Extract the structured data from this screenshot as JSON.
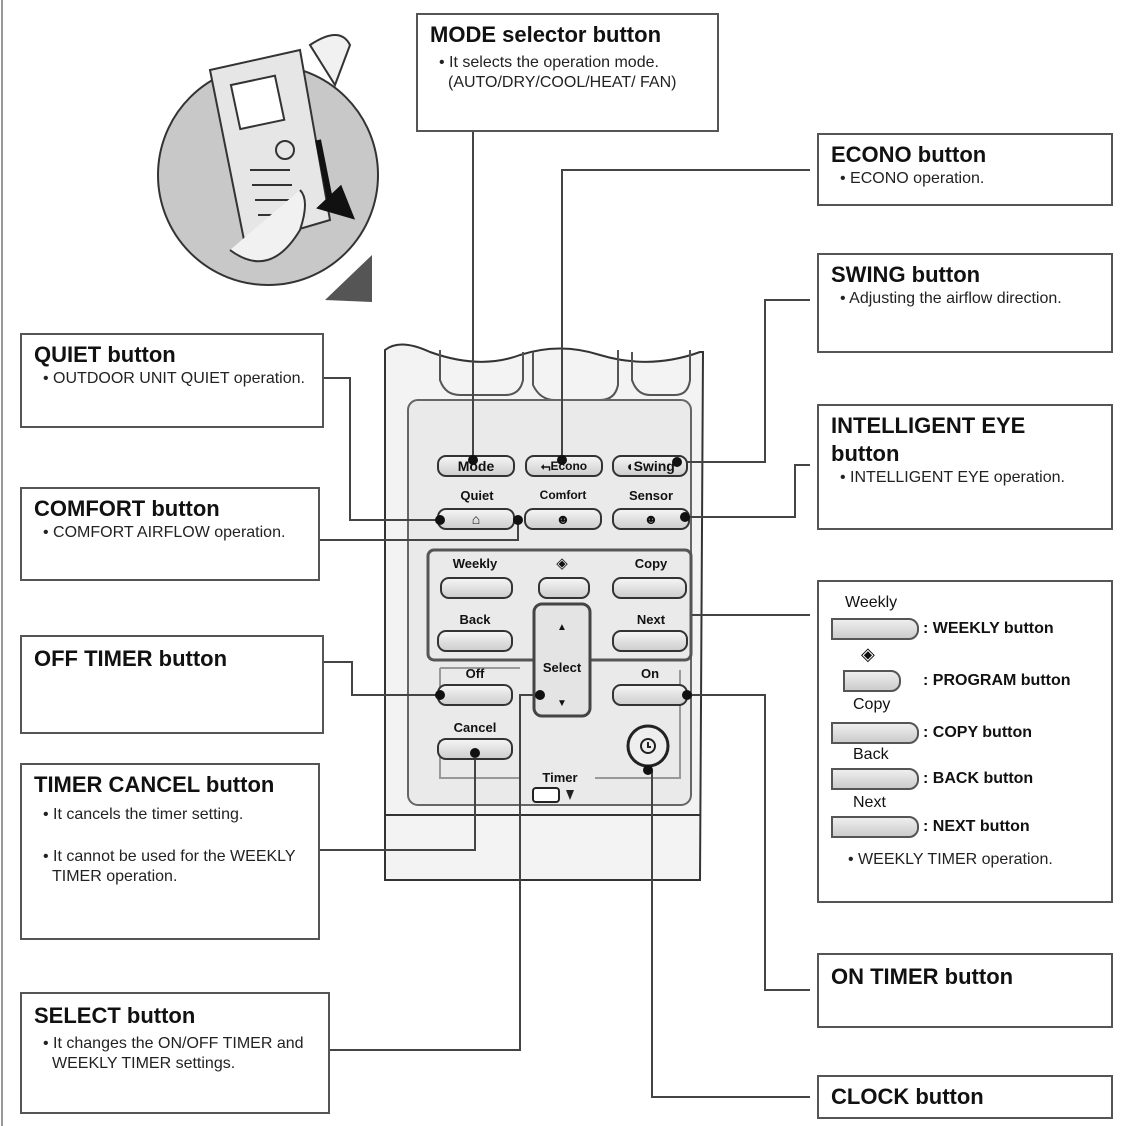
{
  "callouts": {
    "mode": {
      "title": "MODE selector button",
      "desc": "It selects the operation mode. (AUTO/DRY/COOL/HEAT/ FAN)"
    },
    "econo": {
      "title": "ECONO button",
      "desc": "ECONO operation."
    },
    "swing": {
      "title": "SWING button",
      "desc": "Adjusting the airflow direction."
    },
    "quiet": {
      "title": "QUIET button",
      "desc": "OUTDOOR UNIT QUIET operation."
    },
    "intelligent_eye": {
      "title": "INTELLIGENT EYE button",
      "desc": "INTELLIGENT EYE operation."
    },
    "comfort": {
      "title": "COMFORT button",
      "desc": "COMFORT AIRFLOW operation."
    },
    "off_timer": {
      "title": "OFF TIMER button"
    },
    "timer_cancel": {
      "title": "TIMER CANCEL button",
      "desc1": "It cancels the timer setting.",
      "desc2": "It cannot be used for the WEEKLY TIMER operation."
    },
    "select": {
      "title": "SELECT button",
      "desc": "It changes the ON/OFF TIMER and WEEKLY TIMER settings."
    },
    "on_timer": {
      "title": "ON TIMER button"
    },
    "clock": {
      "title": "CLOCK button"
    }
  },
  "weekly_panel": {
    "weekly_label": "Weekly",
    "weekly_text": ": WEEKLY button",
    "program_symbol": "◈",
    "program_text": ": PROGRAM button",
    "copy_label": "Copy",
    "copy_text": ": COPY button",
    "back_label": "Back",
    "back_text": ": BACK button",
    "next_label": "Next",
    "next_text": ": NEXT button",
    "desc": "WEEKLY TIMER operation."
  },
  "remote": {
    "mode": "Mode",
    "econo": "Econo",
    "swing": "Swing",
    "quiet": "Quiet",
    "comfort": "Comfort",
    "sensor": "Sensor",
    "weekly": "Weekly",
    "program": "◈",
    "copy": "Copy",
    "back": "Back",
    "next": "Next",
    "select": "Select",
    "off": "Off",
    "on": "On",
    "cancel": "Cancel",
    "timer": "Timer"
  }
}
